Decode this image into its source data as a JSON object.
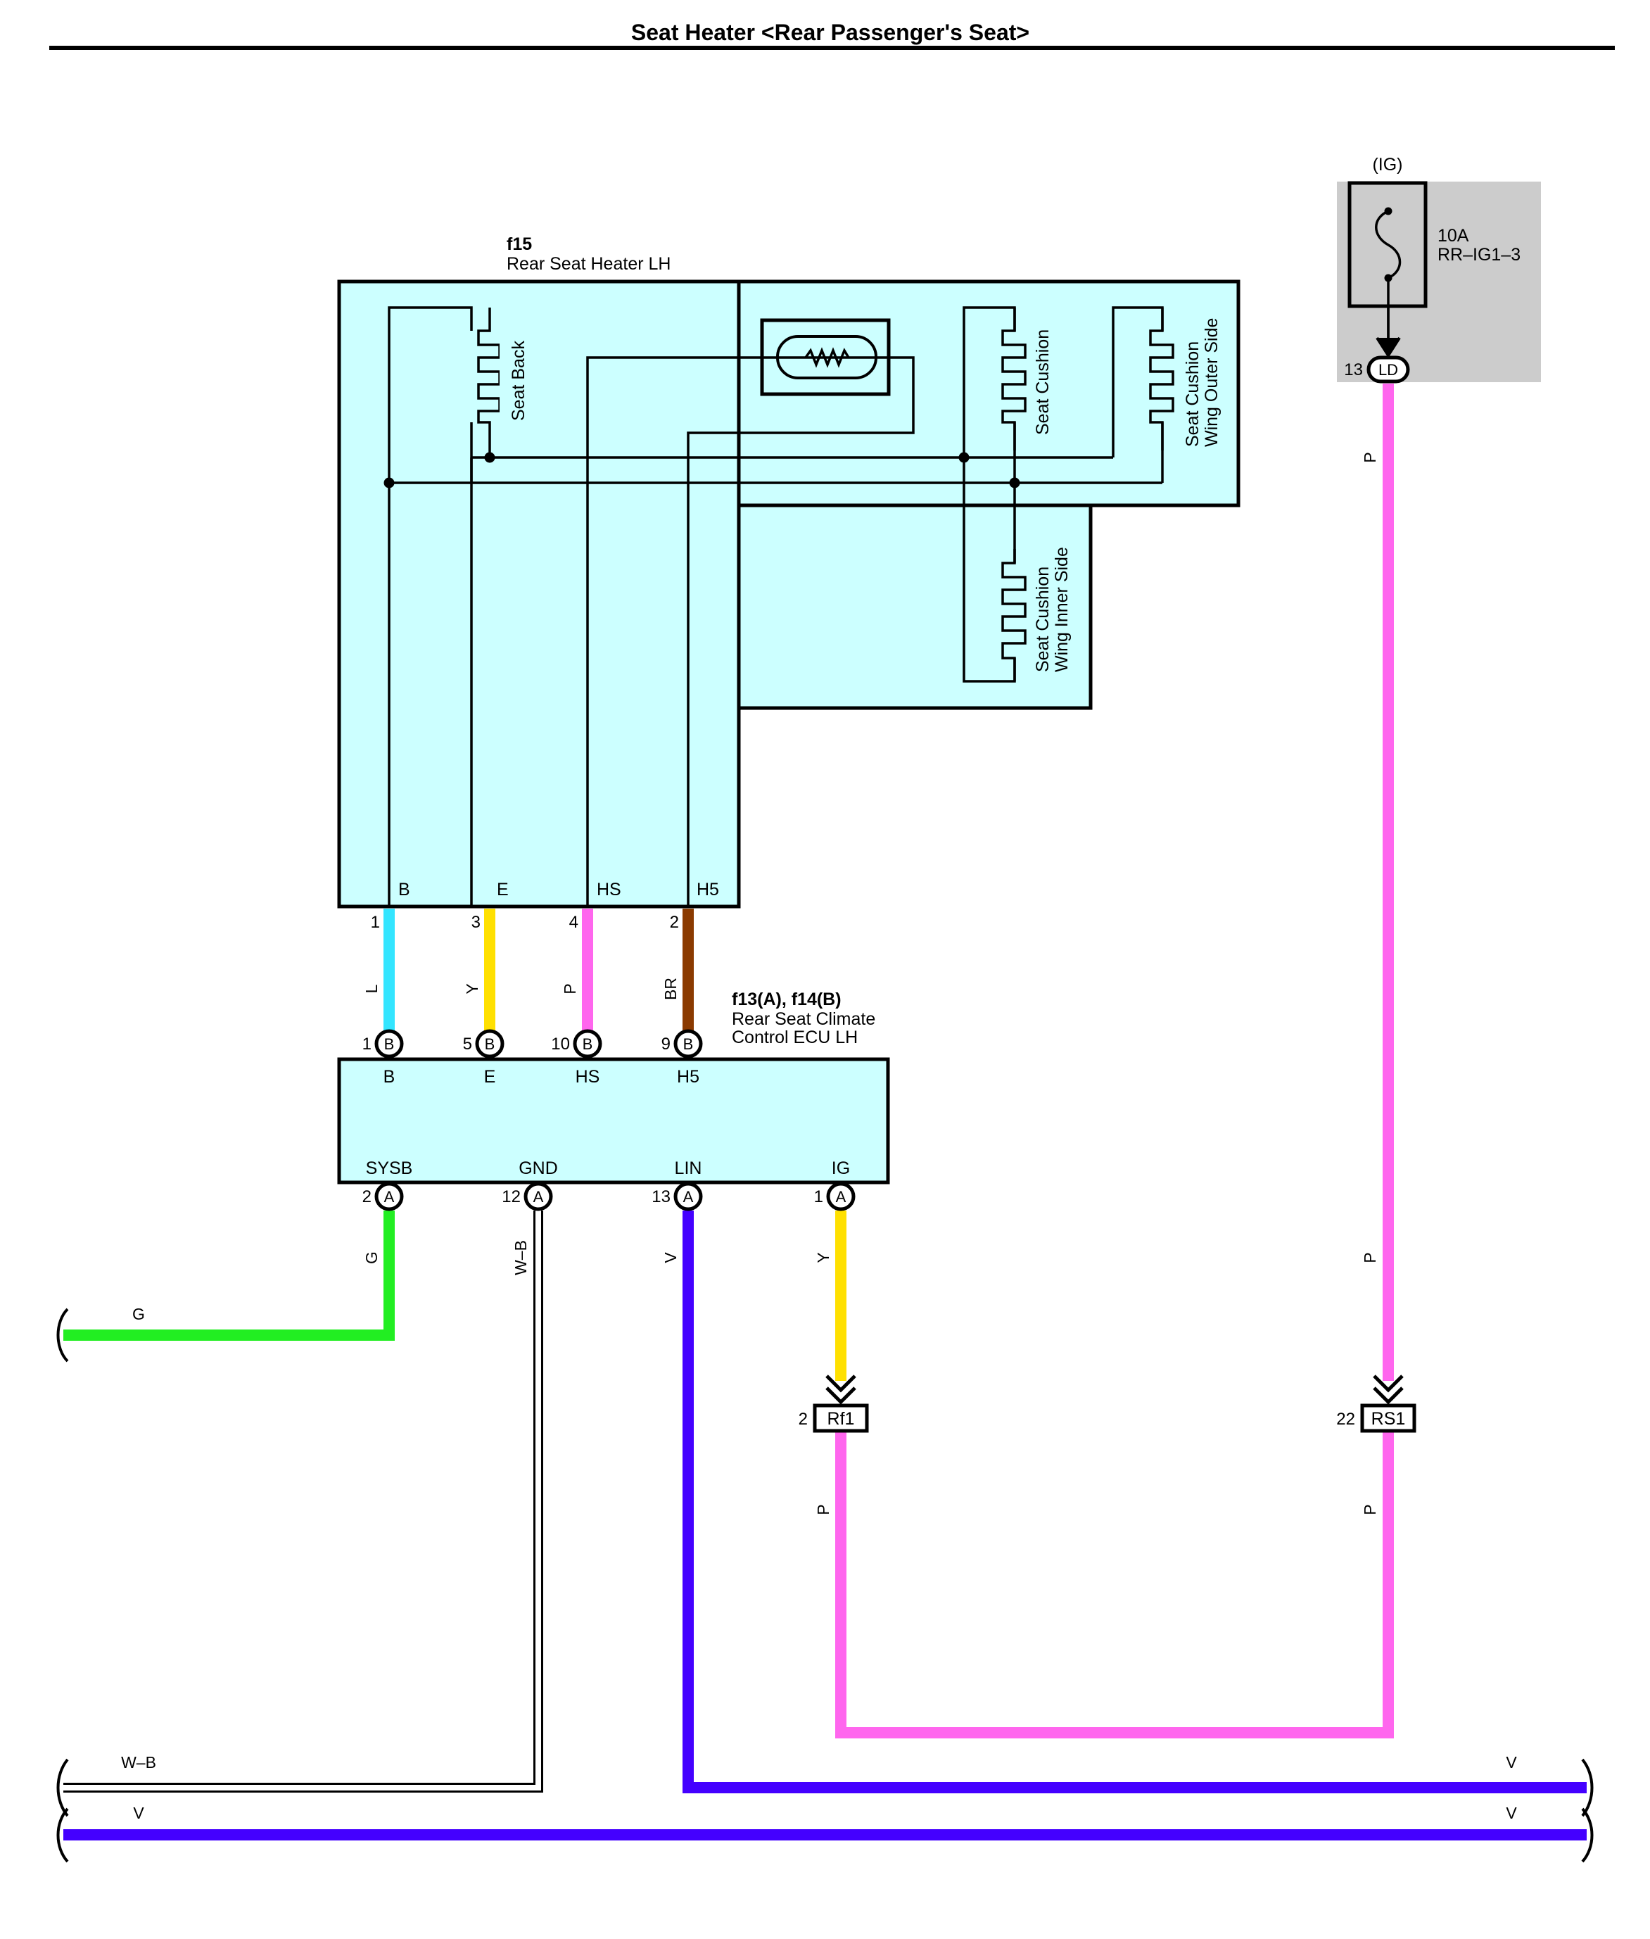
{
  "title": "Seat Heater <Rear Passenger's Seat>",
  "colors": {
    "component_fill": "#ccffff",
    "fuse_box_fill": "#cccccc",
    "wire_L": "#33e5ff",
    "wire_Y": "#ffe000",
    "wire_P": "#ff66ee",
    "wire_BR": "#8b3a00",
    "wire_G": "#22ee22",
    "wire_V": "#4400ff",
    "wire_WB": "#ffffff"
  },
  "heater": {
    "code": "f15",
    "name": "Rear Seat Heater LH",
    "elements": [
      "Seat Back",
      "Seat Cushion",
      "Seat Cushion",
      "Wing Outer Side",
      "Seat Cushion",
      "Wing Inner Side"
    ],
    "terminals": [
      {
        "label": "B",
        "pin": "1",
        "wire": "L"
      },
      {
        "label": "E",
        "pin": "3",
        "wire": "Y"
      },
      {
        "label": "HS",
        "pin": "4",
        "wire": "P"
      },
      {
        "label": "H5",
        "pin": "2",
        "wire": "BR"
      }
    ]
  },
  "ecu": {
    "code": "f13(A), f14(B)",
    "name_line1": "Rear Seat Climate",
    "name_line2": "Control ECU LH",
    "top_terminals": [
      {
        "label": "B",
        "pin": "1",
        "conn": "B"
      },
      {
        "label": "E",
        "pin": "5",
        "conn": "B"
      },
      {
        "label": "HS",
        "pin": "10",
        "conn": "B"
      },
      {
        "label": "H5",
        "pin": "9",
        "conn": "B"
      }
    ],
    "bottom_terminals": [
      {
        "label": "SYSB",
        "pin": "2",
        "conn": "A",
        "wire": "G"
      },
      {
        "label": "GND",
        "pin": "12",
        "conn": "A",
        "wire": "W–B"
      },
      {
        "label": "LIN",
        "pin": "13",
        "conn": "A",
        "wire": "V"
      },
      {
        "label": "IG",
        "pin": "1",
        "conn": "A",
        "wire": "Y"
      }
    ]
  },
  "fuse": {
    "supply": "(IG)",
    "rating": "10A",
    "name": "RR–IG1–3",
    "pin": "13",
    "conn": "LD",
    "wire": "P"
  },
  "junctions": [
    {
      "pin": "2",
      "conn": "Rf1",
      "wire_below": "P"
    },
    {
      "pin": "22",
      "conn": "RS1",
      "wire_above": "P",
      "wire_below": "P"
    }
  ],
  "bus_labels": {
    "g_left": "G",
    "wb_left": "W–B",
    "v_left": "V",
    "v_right_upper": "V",
    "v_right_lower": "V"
  }
}
